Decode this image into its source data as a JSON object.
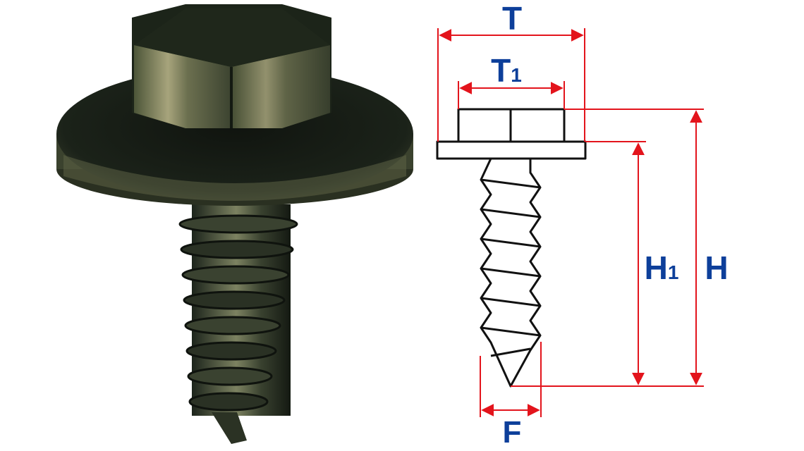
{
  "dimensions": {
    "head_width": {
      "letter": "T",
      "sub": ""
    },
    "hex_width": {
      "letter": "T",
      "sub": "1"
    },
    "total_height": {
      "letter": "H",
      "sub": ""
    },
    "shank_height": {
      "letter": "H",
      "sub": "1"
    },
    "thread_dia": {
      "letter": "F",
      "sub": ""
    }
  },
  "colors": {
    "dimension_line": "#e3141c",
    "label": "#0d3f9a",
    "outline": "#111111",
    "screw_dark": "#1b2118",
    "screw_metal": "#8a8f6a"
  }
}
